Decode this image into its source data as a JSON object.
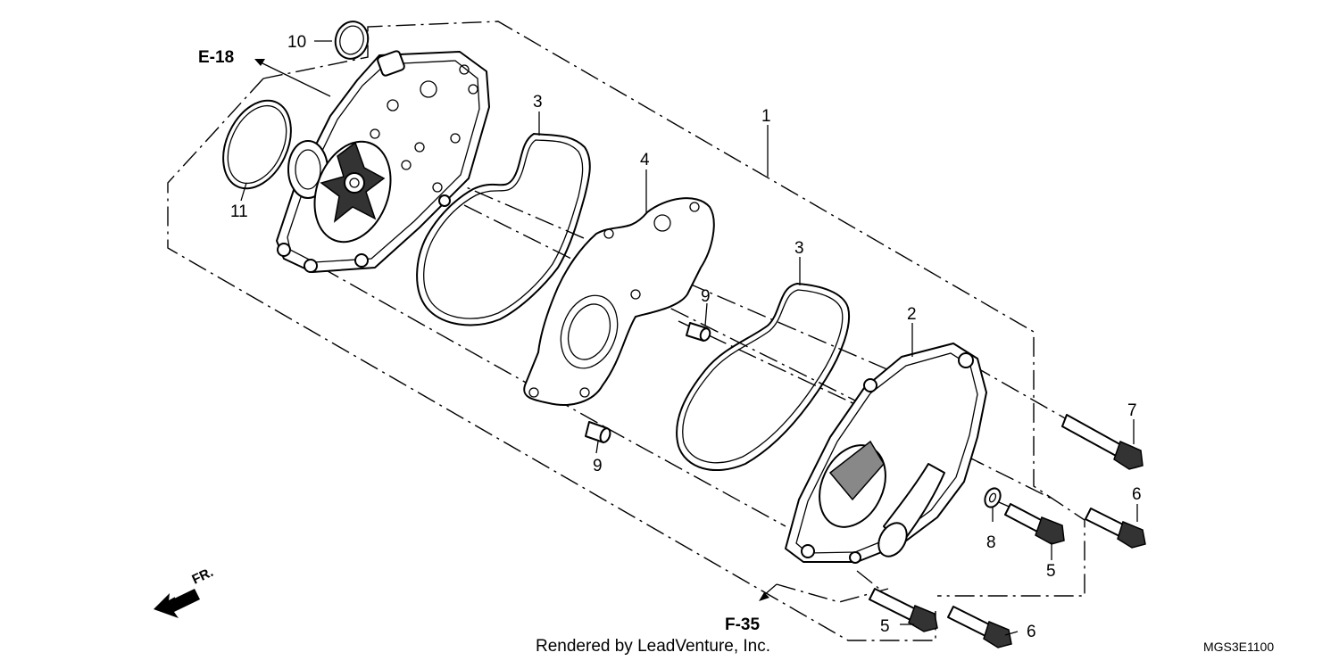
{
  "callouts": {
    "c1": "1",
    "c2": "2",
    "c3a": "3",
    "c3b": "3",
    "c4": "4",
    "c5a": "5",
    "c5b": "5",
    "c6a": "6",
    "c6b": "6",
    "c7": "7",
    "c8": "8",
    "c9a": "9",
    "c9b": "9",
    "c10": "10",
    "c11": "11"
  },
  "references": {
    "e18": "E-18",
    "f35": "F-35"
  },
  "direction_label": "FR.",
  "footer": {
    "rendered_by": "Rendered by LeadVenture, Inc.",
    "diagram_code": "MGS3E1100"
  }
}
